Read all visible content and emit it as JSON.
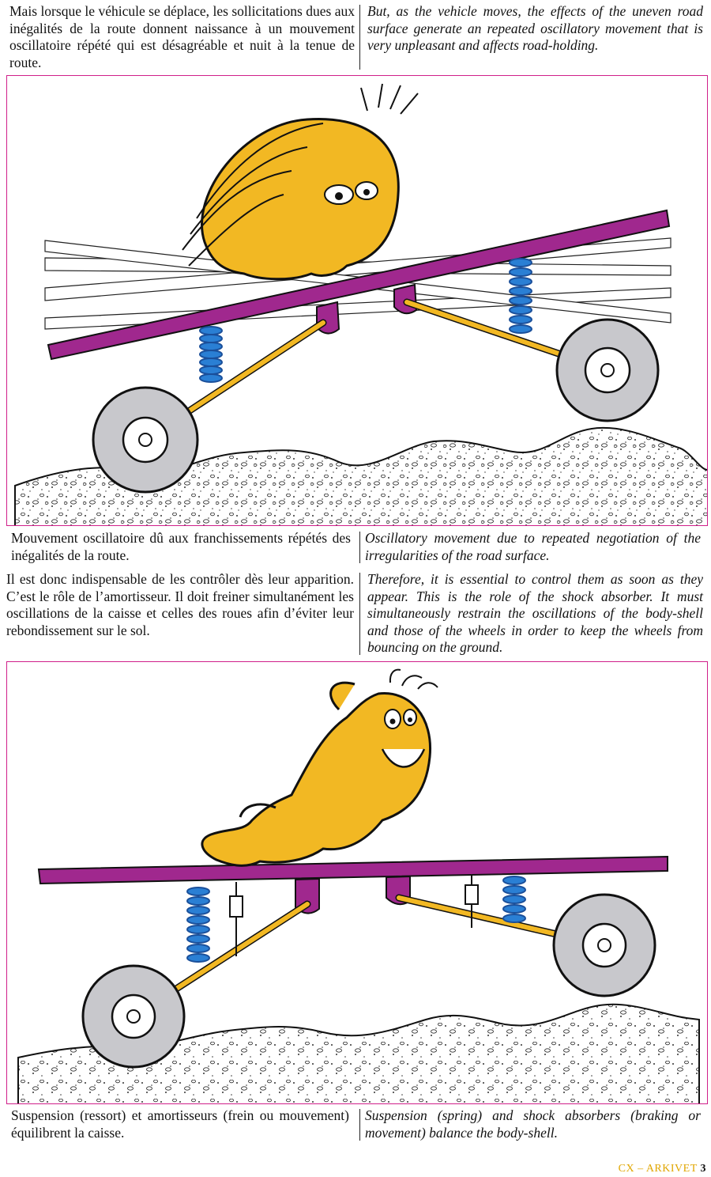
{
  "section1": {
    "fr": "Mais lorsque le véhicule se déplace, les sollicitations dues aux inégalités de la route donnent naissance à un mouvement oscillatoire répété qui est désagréable et nuit à la tenue de route.",
    "en": "But, as the vehicle moves, the effects of the uneven road surface generate an repeated oscillatory movement that is very unpleasant and affects road-holding."
  },
  "caption1": {
    "fr": "Mouvement oscillatoire dû aux franchissements répétés des inégalités de la route.",
    "en": "Oscillatory movement due to repeated negotiation of the irregularities of the road surface."
  },
  "section2": {
    "fr": "Il est donc indispensable de les contrôler dès leur apparition. C’est le rôle de l’amortisseur. Il doit freiner simultanément les oscillations de la caisse et celles des roues afin d’éviter leur rebondissement sur le sol.",
    "en": "Therefore, it is essential to control them as soon as they appear. This is the role of the shock absorber. It must simultaneously restrain the oscillations of the body-shell and those of the wheels in order to keep the wheels from bouncing on the ground."
  },
  "caption2": {
    "fr": "Suspension (ressort) et amortisseurs (frein ou mouvement) équilibrent la caisse.",
    "en": "Suspension (spring) and shock absorbers (braking or movement) balance the body-shell."
  },
  "footer": {
    "label": "CX – ARKIVET",
    "page": "3"
  },
  "colors": {
    "accent": "#d0208a",
    "body": "#a0288e",
    "spring": "#2a7fd4",
    "figure": "#f2b823",
    "tire": "#c8c8cc"
  }
}
